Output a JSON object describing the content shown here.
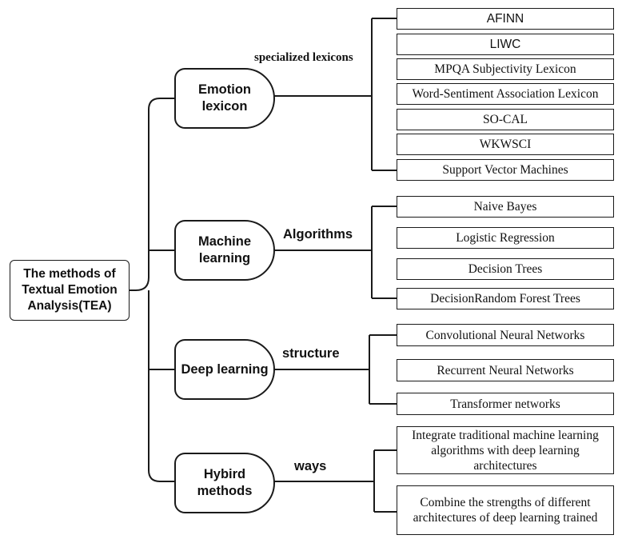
{
  "root": {
    "label": "The methods of Textual Emotion Analysis(TEA)"
  },
  "categories": [
    {
      "label": "Emotion lexicon",
      "edge_label": "specialized lexicons",
      "children": [
        "AFINN",
        "LIWC",
        "MPQA Subjectivity Lexicon",
        "Word-Sentiment Association Lexicon",
        "SO-CAL",
        "WKWSCI",
        "Support Vector Machines"
      ]
    },
    {
      "label": "Machine learning",
      "edge_label": "Algorithms",
      "children": [
        "Naive Bayes",
        "Logistic Regression",
        "Decision Trees",
        "DecisionRandom Forest Trees"
      ]
    },
    {
      "label": "Deep learning",
      "edge_label": "structure",
      "children": [
        "Convolutional Neural Networks",
        "Recurrent Neural Networks",
        "Transformer networks"
      ]
    },
    {
      "label": "Hybird methods",
      "edge_label": "ways",
      "children": [
        "Integrate traditional machine learning algorithms with deep learning architectures",
        "Combine the strengths of different architectures of deep learning trained"
      ]
    }
  ]
}
